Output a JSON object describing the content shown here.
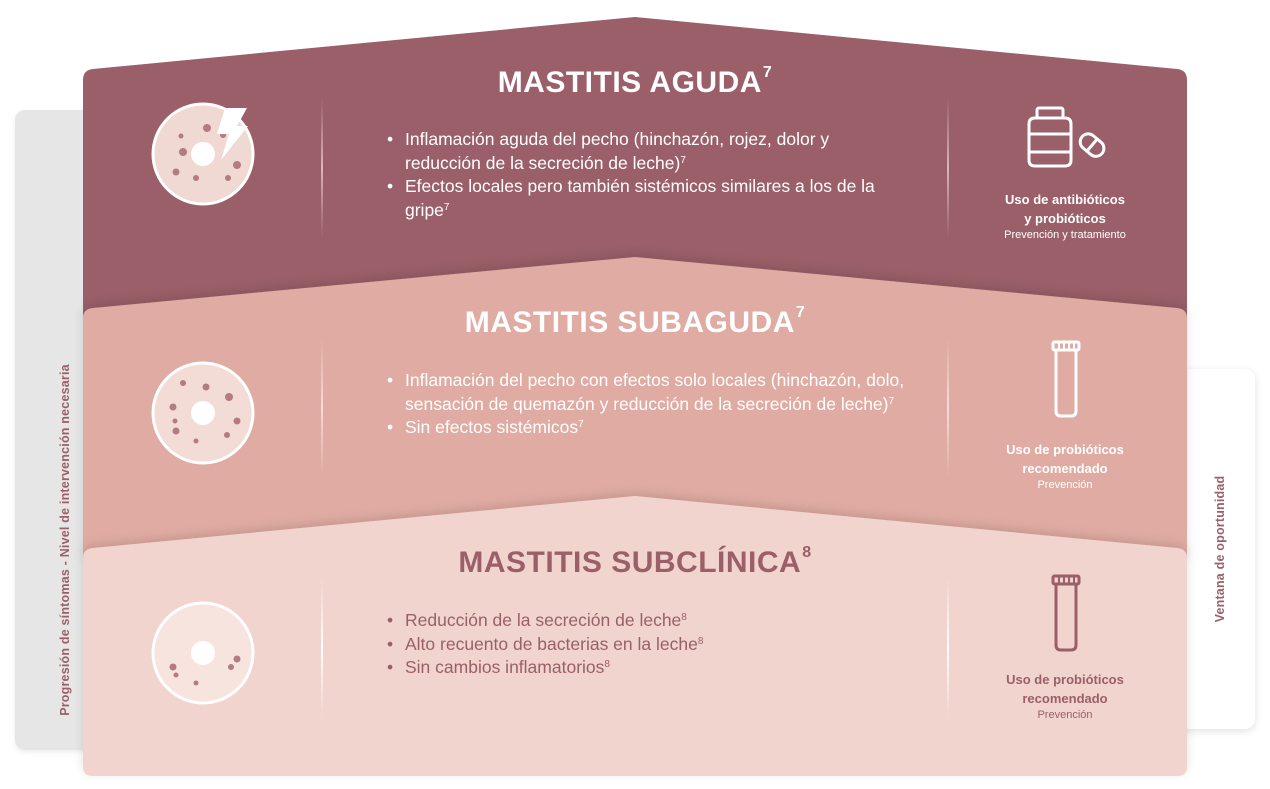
{
  "side_left": {
    "label": "Progresión de síntomas - Nivel de intervención necesaria"
  },
  "side_right": {
    "label": "Ventana de oportunidad"
  },
  "tiers": [
    {
      "title": "MASTITIS AGUDA",
      "title_sup": "7",
      "bullets": [
        {
          "text": "Inflamación aguda del pecho (hinchazón, rojez, dolor y reducción de la secreción de leche)",
          "sup": "7"
        },
        {
          "text": "Efectos locales pero también sistémicos similares a los de la gripe",
          "sup": "7"
        }
      ],
      "icon": "pill-bottle-and-capsule-icon",
      "label_line1": "Uso de antibióticos",
      "label_line2": "y probióticos",
      "sublabel": "Prevención y tratamiento",
      "color": "#9a5f68"
    },
    {
      "title": "MASTITIS SUBAGUDA",
      "title_sup": "7",
      "bullets": [
        {
          "text": "Inflamación del pecho con efectos solo locales (hinchazón, dolo, sensación de quemazón y reducción de la secreción de leche)",
          "sup": "7"
        },
        {
          "text": "Sin efectos sistémicos",
          "sup": "7"
        }
      ],
      "icon": "probiotic-tube-icon",
      "label_line1": "Uso de probióticos",
      "label_line2": "recomendado",
      "sublabel": "Prevención",
      "color": "#dfaba2"
    },
    {
      "title": "MASTITIS SUBCLÍNICA",
      "title_sup": "8",
      "bullets": [
        {
          "text": "Reducción de la secreción de leche",
          "sup": "8"
        },
        {
          "text": "Alto recuento de bacterias en la leche",
          "sup": "8"
        },
        {
          "text": "Sin cambios inflamatorios",
          "sup": "8"
        }
      ],
      "icon": "probiotic-tube-icon",
      "label_line1": "Uso de probióticos",
      "label_line2": "recomendado",
      "sublabel": "Prevención",
      "color": "#f1d4cd"
    }
  ]
}
